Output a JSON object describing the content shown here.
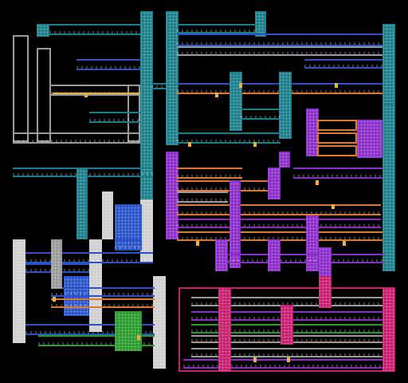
{
  "map": {
    "background_color": "#000000",
    "palette": {
      "teal": "#1a7d8a",
      "blue": "#2a52c8",
      "gray": "#9a9a9a",
      "purple": "#8a2cc8",
      "magenta": "#c81e6e",
      "green": "#2a9a2a",
      "orange": "#e0782a",
      "white_stone": "#cfcfcf"
    },
    "regions": [
      "crateria-teal",
      "brinstar-blue",
      "norfair-purple",
      "maridia-magenta",
      "wrecked-gray",
      "lower-green"
    ]
  }
}
